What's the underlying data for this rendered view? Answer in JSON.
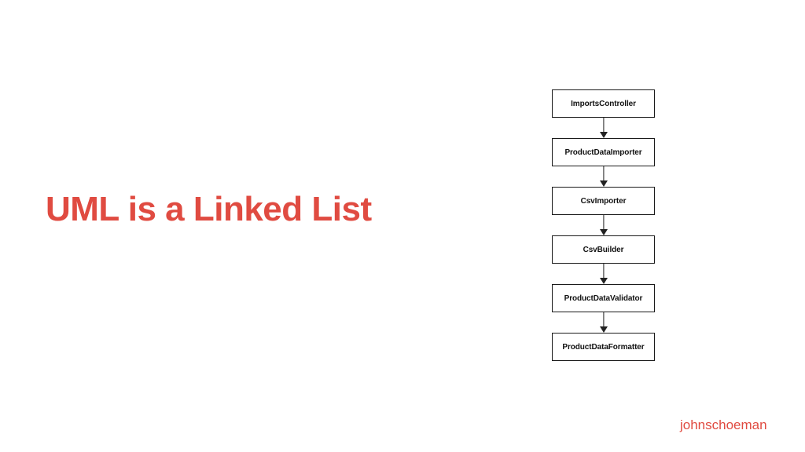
{
  "slide": {
    "title": "UML is a Linked List",
    "author": "johnschoeman",
    "accent_color": "#E04B41",
    "background_color": "#ffffff"
  },
  "diagram": {
    "type": "flowchart",
    "direction": "top-down",
    "node_border_color": "#1a1a1a",
    "arrow_color": "#222222",
    "nodes": [
      {
        "label": "ImportsController"
      },
      {
        "label": "ProductDataImporter"
      },
      {
        "label": "CsvImporter"
      },
      {
        "label": "CsvBuilder"
      },
      {
        "label": "ProductDataValidator"
      },
      {
        "label": "ProductDataFormatter"
      }
    ],
    "edges": [
      {
        "from": "ImportsController",
        "to": "ProductDataImporter"
      },
      {
        "from": "ProductDataImporter",
        "to": "CsvImporter"
      },
      {
        "from": "CsvImporter",
        "to": "CsvBuilder"
      },
      {
        "from": "CsvBuilder",
        "to": "ProductDataValidator"
      },
      {
        "from": "ProductDataValidator",
        "to": "ProductDataFormatter"
      }
    ]
  }
}
